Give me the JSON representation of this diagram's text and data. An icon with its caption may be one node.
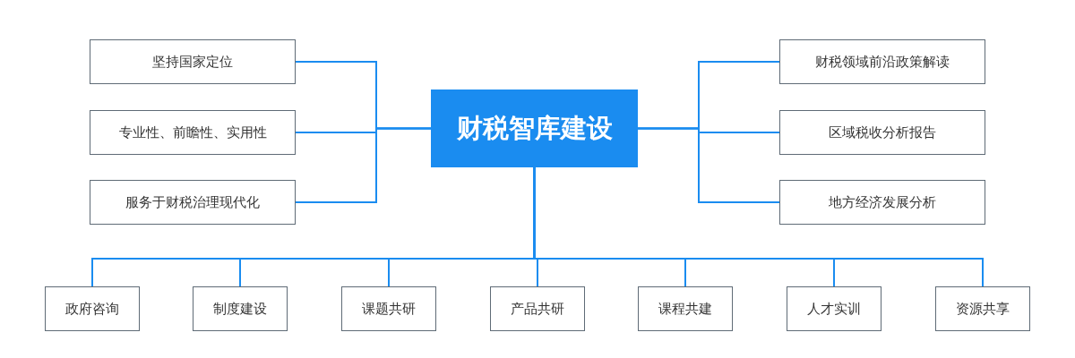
{
  "diagram": {
    "nodes": [
      {
        "text": [
          "财税智库建设"
        ]
      },
      {
        "text": [
          "坚持国家定位"
        ]
      },
      {
        "text": [
          "专业性、前瞻性、实用性"
        ]
      },
      {
        "text": [
          "服务于财税治理现代化"
        ]
      },
      {
        "text": [
          "财税领域前沿政策解读"
        ]
      },
      {
        "text": [
          "区域税收分析报告"
        ]
      },
      {
        "text": [
          "地方经济发展分析"
        ]
      },
      {
        "text": [
          "政府咨询"
        ]
      },
      {
        "text": [
          "制度建设"
        ]
      },
      {
        "text": [
          "课题共研"
        ]
      },
      {
        "text": [
          "产品共研"
        ]
      },
      {
        "text": [
          "课程共建"
        ]
      },
      {
        "text": [
          "人才实训"
        ]
      },
      {
        "text": [
          "资源共享"
        ]
      }
    ],
    "edges": [
      {
        "from": 0,
        "to": 1,
        "arrow": "none"
      },
      {
        "from": 0,
        "to": 2,
        "arrow": "none"
      },
      {
        "from": 0,
        "to": 3,
        "arrow": "none"
      },
      {
        "from": 0,
        "to": 4,
        "arrow": "none"
      },
      {
        "from": 0,
        "to": 5,
        "arrow": "none"
      },
      {
        "from": 0,
        "to": 6,
        "arrow": "none"
      },
      {
        "from": 0,
        "to": 7,
        "arrow": "none"
      },
      {
        "from": 0,
        "to": 8,
        "arrow": "none"
      },
      {
        "from": 0,
        "to": 9,
        "arrow": "none"
      },
      {
        "from": 0,
        "to": 10,
        "arrow": "none"
      },
      {
        "from": 0,
        "to": 11,
        "arrow": "none"
      },
      {
        "from": 0,
        "to": 12,
        "arrow": "none"
      },
      {
        "from": 0,
        "to": 13,
        "arrow": "none"
      }
    ]
  }
}
